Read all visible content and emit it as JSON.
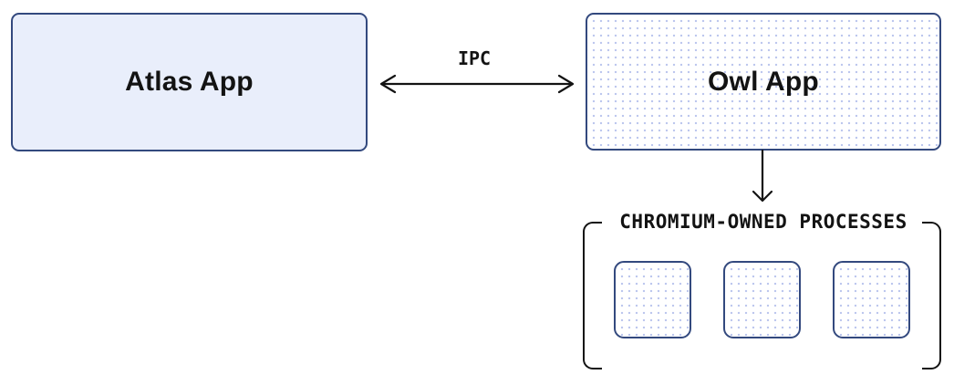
{
  "diagram": {
    "nodes": {
      "atlas": {
        "label": "Atlas App"
      },
      "owl": {
        "label": "Owl App"
      }
    },
    "ipc_arrow": {
      "label": "IPC",
      "direction": "bidirectional"
    },
    "owl_to_processes_arrow": {
      "direction": "down"
    },
    "process_group": {
      "label": "CHROMIUM-OWNED PROCESSES",
      "box_count": 3
    },
    "colors": {
      "box_border": "#33497e",
      "atlas_fill": "#e9eefb",
      "dot_pattern": "#bdc7ee",
      "ink": "#131313",
      "background": "#ffffff"
    }
  }
}
